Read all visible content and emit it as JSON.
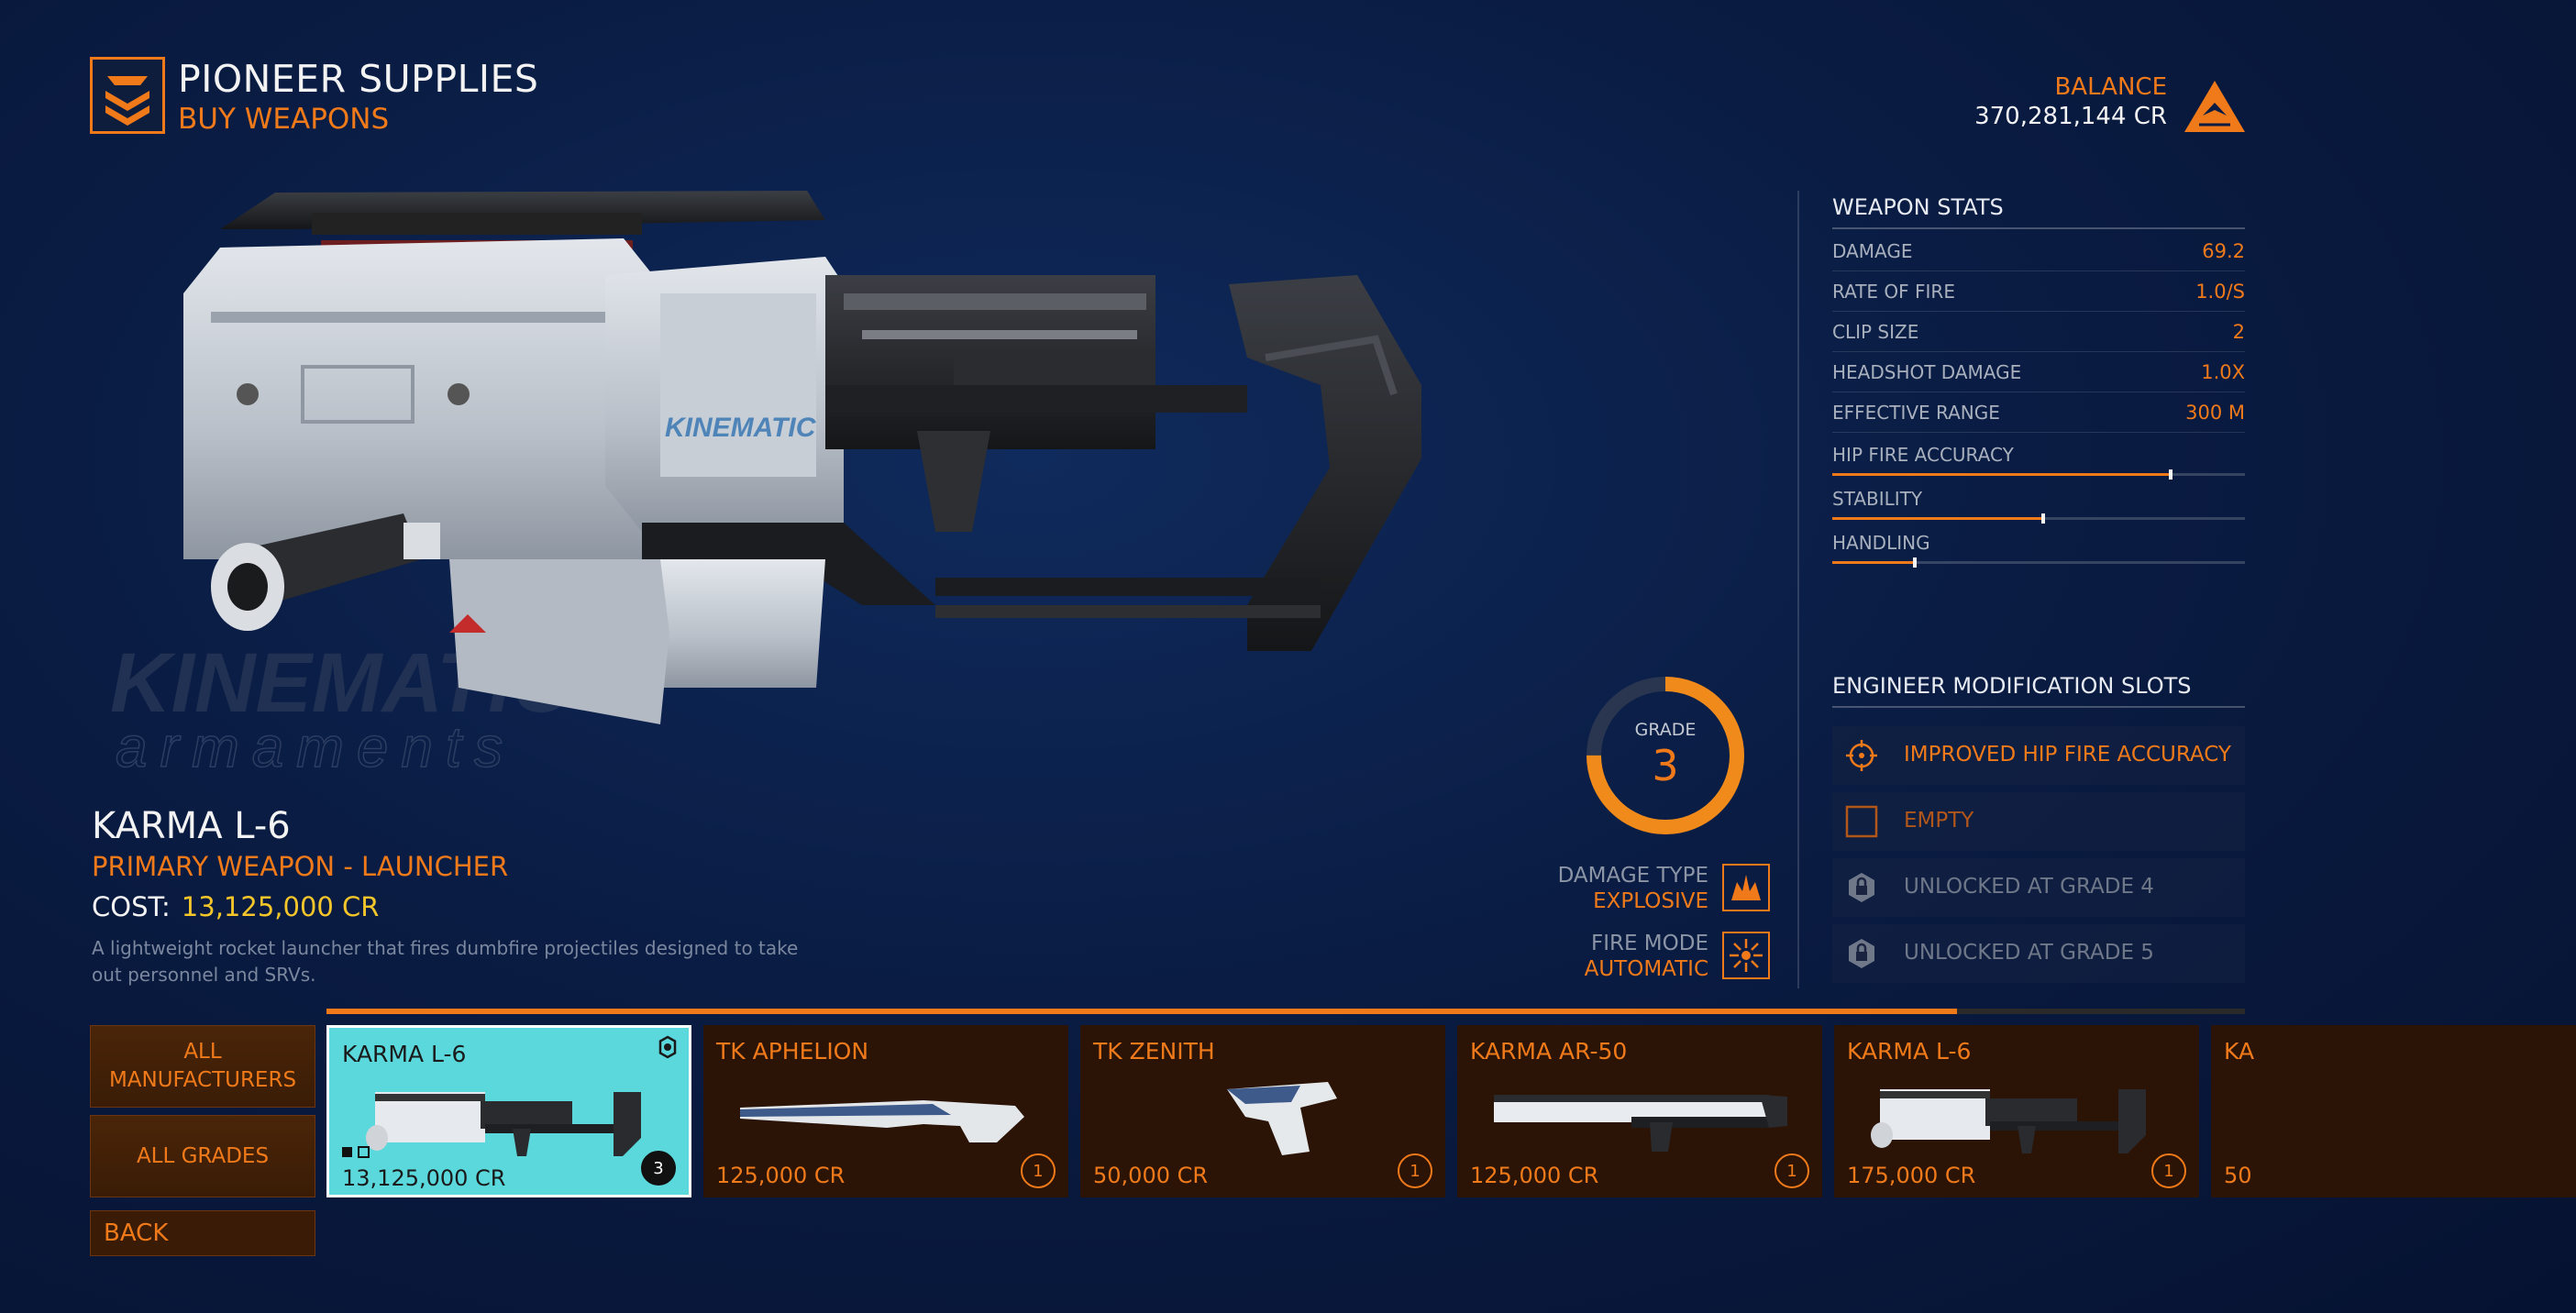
{
  "header": {
    "station_name": "PIONEER SUPPLIES",
    "station_sub": "BUY WEAPONS",
    "balance_label": "BALANCE",
    "balance_value": "370,281,144 CR"
  },
  "weapon": {
    "name": "KARMA L-6",
    "class": "PRIMARY WEAPON - LAUNCHER",
    "cost_label": "COST:",
    "cost_value": "13,125,000 CR",
    "description": "A lightweight rocket launcher that fires dumbfire projectiles designed to take out personnel and SRVs.",
    "watermark_top": "KINEMATIC",
    "watermark_bottom": "armaments",
    "render_logo": "KINEMATIC",
    "grade_label": "GRADE",
    "grade_value": "3",
    "grade_fraction": 0.75,
    "damage_type_label": "DAMAGE TYPE",
    "damage_type_value": "EXPLOSIVE",
    "fire_mode_label": "FIRE MODE",
    "fire_mode_value": "AUTOMATIC"
  },
  "stats": {
    "title": "WEAPON STATS",
    "rows": [
      {
        "name": "DAMAGE",
        "value": "69.2"
      },
      {
        "name": "RATE OF FIRE",
        "value": "1.0/S"
      },
      {
        "name": "CLIP SIZE",
        "value": "2"
      },
      {
        "name": "HEADSHOT DAMAGE",
        "value": "1.0X"
      },
      {
        "name": "EFFECTIVE RANGE",
        "value": "300 M"
      }
    ],
    "bars": [
      {
        "name": "HIP FIRE ACCURACY",
        "fraction": 0.82
      },
      {
        "name": "STABILITY",
        "fraction": 0.51
      },
      {
        "name": "HANDLING",
        "fraction": 0.2
      }
    ]
  },
  "mods": {
    "title": "ENGINEER MODIFICATION SLOTS",
    "slots": [
      {
        "label": "IMPROVED HIP FIRE ACCURACY",
        "icon": "crosshair-icon",
        "color": "#f07a1a"
      },
      {
        "label": "EMPTY",
        "icon": "empty-slot-icon",
        "color": "#b2561a"
      },
      {
        "label": "UNLOCKED AT GRADE 4",
        "icon": "lock-icon",
        "color": "#6f7889"
      },
      {
        "label": "UNLOCKED AT GRADE 5",
        "icon": "lock-icon",
        "color": "#6f7889"
      }
    ]
  },
  "filters": {
    "manufacturers": "ALL MANUFACTURERS",
    "grades": "ALL GRADES",
    "back": "BACK"
  },
  "carousel": {
    "progress_fraction": 0.85,
    "cards": [
      {
        "name": "KARMA L-6",
        "price": "13,125,000 CR",
        "grade": "3",
        "selected": true
      },
      {
        "name": "TK APHELION",
        "price": "125,000 CR",
        "grade": "1",
        "selected": false
      },
      {
        "name": "TK ZENITH",
        "price": "50,000 CR",
        "grade": "1",
        "selected": false
      },
      {
        "name": "KARMA AR-50",
        "price": "125,000 CR",
        "grade": "1",
        "selected": false
      },
      {
        "name": "KARMA L-6",
        "price": "175,000 CR",
        "grade": "1",
        "selected": false
      },
      {
        "name": "KA",
        "price": "50",
        "grade": "",
        "selected": false
      }
    ]
  },
  "colors": {
    "accent": "#f07a1a",
    "cost": "#f4c62a",
    "selected_card": "#5ad8dc"
  }
}
